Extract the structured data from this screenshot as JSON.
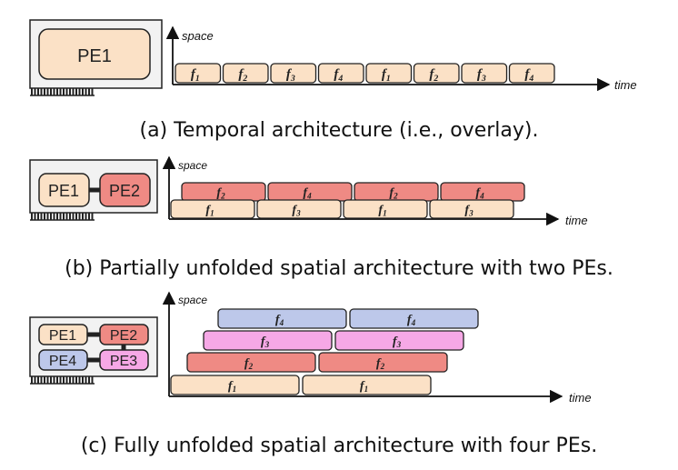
{
  "colors": {
    "pe1": "#fbe1c6",
    "pe2": "#ef8a84",
    "pe3": "#f6a8e6",
    "pe4": "#bdc8ea",
    "board": "#f2f2f2",
    "stroke": "#222222"
  },
  "panel_a": {
    "pe_labels": [
      "PE1"
    ],
    "y_axis_label": "space",
    "x_axis_label": "time",
    "row0": [
      "f",
      "f",
      "f",
      "f",
      "f",
      "f",
      "f",
      "f"
    ],
    "row0_sub": [
      "1",
      "2",
      "3",
      "4",
      "1",
      "2",
      "3",
      "4"
    ],
    "caption": "(a) Temporal architecture (i.e., overlay)."
  },
  "panel_b": {
    "pe_labels": [
      "PE1",
      "PE2"
    ],
    "y_axis_label": "space",
    "x_axis_label": "time",
    "row0": [
      "f",
      "f",
      "f",
      "f"
    ],
    "row0_sub": [
      "1",
      "3",
      "1",
      "3"
    ],
    "row1": [
      "f",
      "f",
      "f",
      "f"
    ],
    "row1_sub": [
      "2",
      "4",
      "2",
      "4"
    ],
    "caption": "(b) Partially unfolded spatial architecture with two PEs."
  },
  "panel_c": {
    "pe_labels": [
      "PE1",
      "PE2",
      "PE4",
      "PE3"
    ],
    "y_axis_label": "space",
    "x_axis_label": "time",
    "row0": [
      "f",
      "f"
    ],
    "row0_sub": [
      "1",
      "1"
    ],
    "row1": [
      "f",
      "f"
    ],
    "row1_sub": [
      "2",
      "2"
    ],
    "row2": [
      "f",
      "f"
    ],
    "row2_sub": [
      "3",
      "3"
    ],
    "row3": [
      "f",
      "f"
    ],
    "row3_sub": [
      "4",
      "4"
    ],
    "caption": "(c) Fully unfolded spatial architecture with four PEs."
  }
}
